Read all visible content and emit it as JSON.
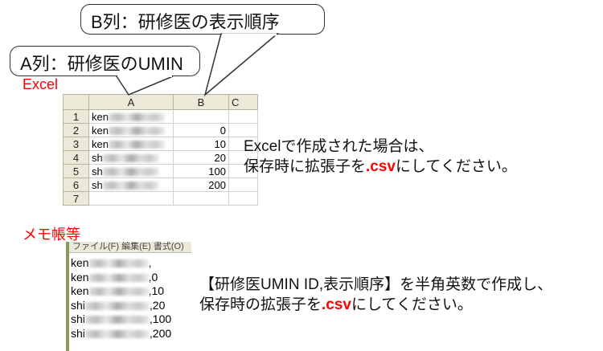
{
  "callouts": {
    "b": "B列：研修医の表示順序",
    "a": "A列：研修医のUMIN"
  },
  "excel": {
    "label": "Excel",
    "col_headers": [
      "",
      "A",
      "B",
      "C"
    ],
    "rows": [
      {
        "n": "1",
        "a": "ken",
        "b": ""
      },
      {
        "n": "2",
        "a": "ken",
        "b": "0"
      },
      {
        "n": "3",
        "a": "ken",
        "b": "10"
      },
      {
        "n": "4",
        "a": "sh",
        "b": "20"
      },
      {
        "n": "5",
        "a": "sh",
        "b": "100"
      },
      {
        "n": "6",
        "a": "sh",
        "b": "200"
      },
      {
        "n": "7",
        "a": "",
        "b": ""
      }
    ],
    "msg_line1": "Excelで作成された場合は、",
    "msg_line2_pre": "保存時に拡張子を",
    "msg_line2_ext": ".csv",
    "msg_line2_post": "にしてください。"
  },
  "notepad": {
    "label": "メモ帳等",
    "menu": "ファイル(F)  編集(E)  書式(O)",
    "lines": [
      {
        "pre": "ken",
        "post": ","
      },
      {
        "pre": "ken",
        "post": ",0"
      },
      {
        "pre": "ken",
        "post": ",10"
      },
      {
        "pre": "shi",
        "post": ",20"
      },
      {
        "pre": "shi",
        "post": ",100"
      },
      {
        "pre": "shi",
        "post": ",200"
      }
    ],
    "msg_line1": "【研修医UMIN ID,表示順序】を半角英数で作成し、",
    "msg_line2_pre": "保存時の拡張子を",
    "msg_line2_ext": ".csv",
    "msg_line2_post": "にしてください。"
  }
}
